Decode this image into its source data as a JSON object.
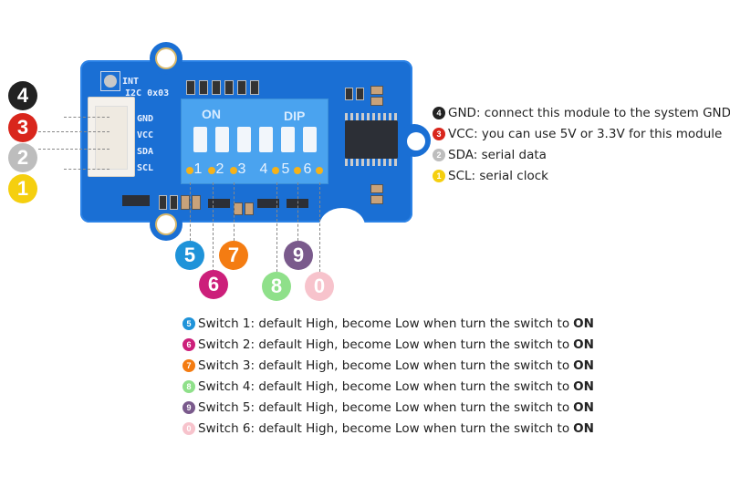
{
  "board": {
    "labels": {
      "int": "INT",
      "i2c": "I2C 0x03"
    },
    "pins": [
      "GND",
      "VCC",
      "SDA",
      "SCL"
    ],
    "dip": {
      "on_label": "ON",
      "dip_label": "DIP",
      "switch_numbers": [
        "1",
        "2",
        "3",
        "4",
        "5",
        "6"
      ]
    },
    "colors": {
      "pcb": "#1a6fd4",
      "dip_body": "#4aa3ef",
      "connector": "#f4f1ec"
    }
  },
  "pin_badges": [
    {
      "num": "4",
      "color": "#222222"
    },
    {
      "num": "3",
      "color": "#d9261c"
    },
    {
      "num": "2",
      "color": "#bdbdbd"
    },
    {
      "num": "1",
      "color": "#f5cf0f"
    }
  ],
  "switch_badges": [
    {
      "num": "5",
      "color": "#1f93d9"
    },
    {
      "num": "6",
      "color": "#cc1f7a"
    },
    {
      "num": "7",
      "color": "#f47c12"
    },
    {
      "num": "8",
      "color": "#8fe08a"
    },
    {
      "num": "9",
      "color": "#7a5a8c"
    },
    {
      "num": "0",
      "color": "#f7c3cc"
    }
  ],
  "pin_legend": [
    {
      "num": "4",
      "color": "#222222",
      "text": "GND: connect this module to the system GND"
    },
    {
      "num": "3",
      "color": "#d9261c",
      "text": "VCC: you can use 5V or 3.3V for this module"
    },
    {
      "num": "2",
      "color": "#bdbdbd",
      "text": "SDA: serial data"
    },
    {
      "num": "1",
      "color": "#f5cf0f",
      "text": "SCL: serial clock"
    }
  ],
  "switch_legend": [
    {
      "num": "5",
      "color": "#1f93d9",
      "text": "Switch 1: default High, become Low when turn the switch to",
      "bold": "ON"
    },
    {
      "num": "6",
      "color": "#cc1f7a",
      "text": "Switch 2: default High, become Low when turn the switch to",
      "bold": "ON"
    },
    {
      "num": "7",
      "color": "#f47c12",
      "text": "Switch 3: default High, become Low when turn the switch to",
      "bold": "ON"
    },
    {
      "num": "8",
      "color": "#8fe08a",
      "text": "Switch 4: default High, become Low when turn the switch to",
      "bold": "ON"
    },
    {
      "num": "9",
      "color": "#7a5a8c",
      "text": "Switch 5: default High, become Low when turn the switch to",
      "bold": "ON"
    },
    {
      "num": "0",
      "color": "#f7c3cc",
      "text": "Switch 6: default High, become Low when turn the switch to",
      "bold": "ON"
    }
  ]
}
